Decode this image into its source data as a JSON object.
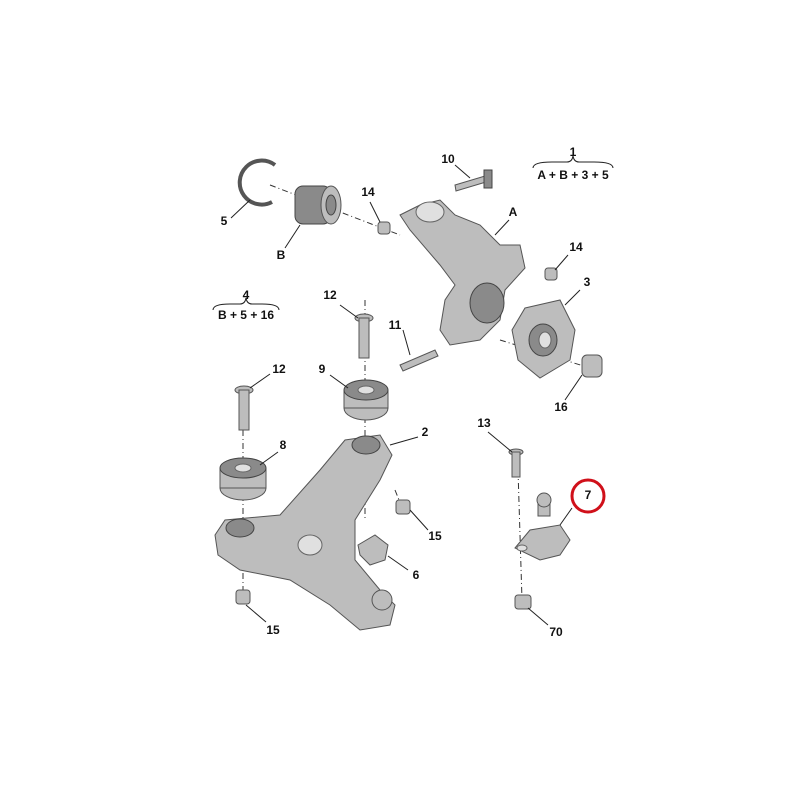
{
  "labels": {
    "l1": "1",
    "l1_formula": "A + B + 3 + 5",
    "l4": "4",
    "l4_formula": "B + 5 + 16",
    "l10": "10",
    "l5": "5",
    "l14a": "14",
    "lA": "A",
    "lB": "B",
    "l14b": "14",
    "l3": "3",
    "l12a": "12",
    "l11": "11",
    "l16": "16",
    "l9": "9",
    "l12b": "12",
    "l8": "8",
    "l2": "2",
    "l13": "13",
    "l7": "7",
    "l15a": "15",
    "l6": "6",
    "l15b": "15",
    "l70": "70"
  },
  "highlight": {
    "part": "7",
    "color": "#d0101a"
  }
}
